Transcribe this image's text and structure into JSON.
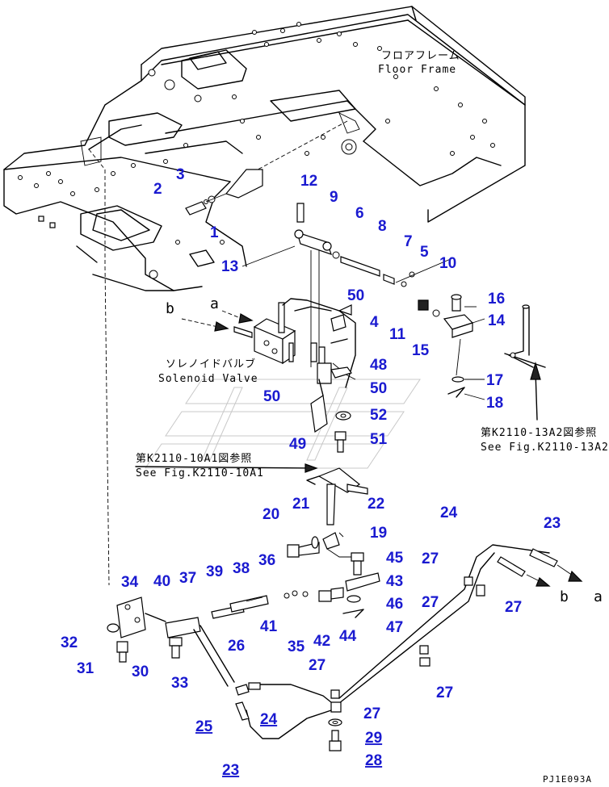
{
  "labels": {
    "floor_frame_jp": "フロアフレーム",
    "floor_frame_en": "Floor Frame",
    "solenoid_jp": "ソレノイドバルブ",
    "solenoid_en": "Solenoid Valve",
    "ref1_jp": "第K2110-10A1図参照",
    "ref1_en": "See Fig.K2110-10A1",
    "ref2_jp": "第K2110-13A2図参照",
    "ref2_en": "See Fig.K2110-13A2",
    "arrow_a_top": "a",
    "arrow_b_top": "b",
    "arrow_a_right": "a",
    "arrow_b_right": "b",
    "footer_code": "PJ1E093A"
  },
  "callouts": {
    "n1": "1",
    "n2": "2",
    "n3": "3",
    "n4": "4",
    "n5": "5",
    "n6": "6",
    "n7": "7",
    "n8": "8",
    "n9": "9",
    "n10": "10",
    "n11": "11",
    "n12": "12",
    "n13": "13",
    "n14": "14",
    "n15": "15",
    "n16": "16",
    "n17": "17",
    "n18": "18",
    "n19": "19",
    "n20": "20",
    "n21": "21",
    "n22": "22",
    "n23a": "23",
    "n23b": "23",
    "n24a": "24",
    "n24b": "24",
    "n25": "25",
    "n26": "26",
    "n27a": "27",
    "n27b": "27",
    "n27c": "27",
    "n27d": "27",
    "n27e": "27",
    "n27f": "27",
    "n28": "28",
    "n29": "29",
    "n30": "30",
    "n31": "31",
    "n32": "32",
    "n33": "33",
    "n34": "34",
    "n35": "35",
    "n36": "36",
    "n37": "37",
    "n38": "38",
    "n39": "39",
    "n40": "40",
    "n41": "41",
    "n42": "42",
    "n43": "43",
    "n44": "44",
    "n45": "45",
    "n46": "46",
    "n47": "47",
    "n48": "48",
    "n49": "49",
    "n50a": "50",
    "n50b": "50",
    "n50c": "50",
    "n51": "51",
    "n52": "52"
  },
  "colors": {
    "callout": "#1a1ad0",
    "line": "#000000",
    "watermark": "#c8c8c8"
  }
}
